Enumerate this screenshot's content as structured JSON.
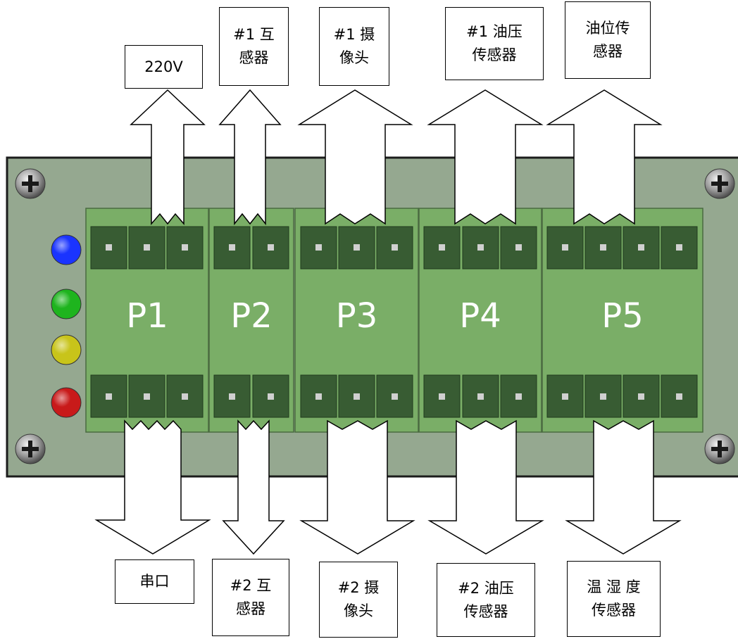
{
  "board": {
    "panel_color": "#95a890",
    "block_color": "#7aae67",
    "pin_color": "#385c33",
    "leds": [
      {
        "name": "blue",
        "color": "#1a34ff"
      },
      {
        "name": "green",
        "color": "#1eb41e"
      },
      {
        "name": "yellow",
        "color": "#c8c41a"
      },
      {
        "name": "red",
        "color": "#c81a1a"
      }
    ],
    "connectors": [
      {
        "label": "P1",
        "pins": 3
      },
      {
        "label": "P2",
        "pins": 2
      },
      {
        "label": "P3",
        "pins": 3
      },
      {
        "label": "P4",
        "pins": 3
      },
      {
        "label": "P5",
        "pins": 4
      }
    ]
  },
  "labels_top": [
    {
      "text": "220V"
    },
    {
      "text": "#1 互\n感器"
    },
    {
      "text": "#1 摄\n像头"
    },
    {
      "text": "#1 油压\n传感器"
    },
    {
      "text": "油位传\n感器"
    }
  ],
  "labels_bottom": [
    {
      "text": "串口"
    },
    {
      "text": "#2 互\n感器"
    },
    {
      "text": "#2 摄\n像头"
    },
    {
      "text": "#2 油压\n传感器"
    },
    {
      "text": "温 湿 度\n传感器"
    }
  ]
}
